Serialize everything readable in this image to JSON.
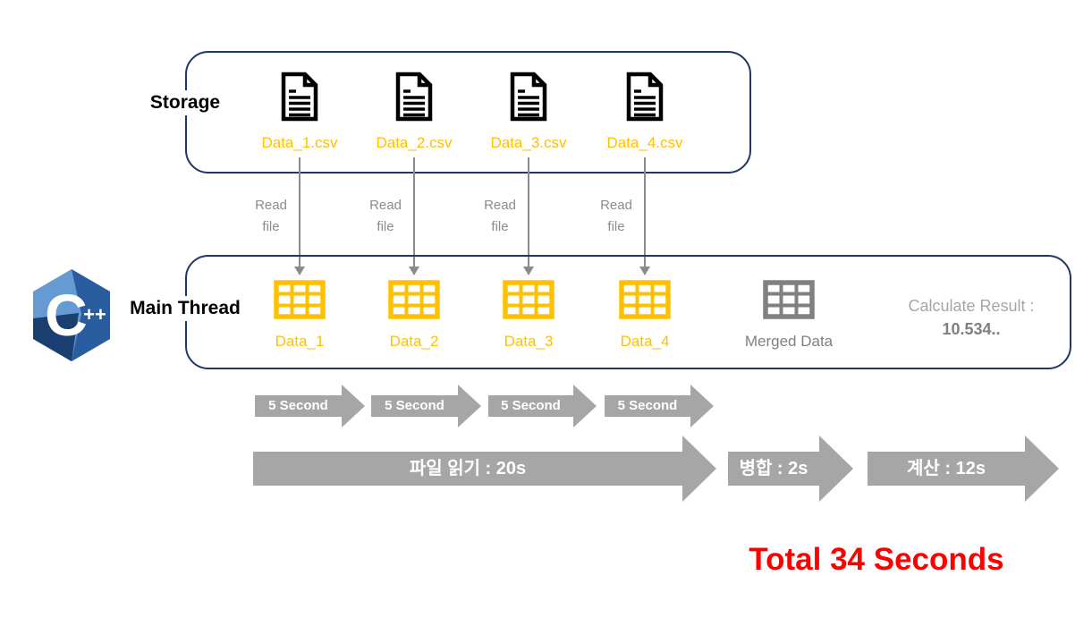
{
  "storage": {
    "label": "Storage",
    "files": [
      {
        "name": "Data_1.csv"
      },
      {
        "name": "Data_2.csv"
      },
      {
        "name": "Data_3.csv"
      },
      {
        "name": "Data_4.csv"
      }
    ]
  },
  "read_arrow": {
    "line1": "Read",
    "line2": "file"
  },
  "main_thread": {
    "label": "Main Thread",
    "logo": "cpp-logo",
    "tables": [
      {
        "name": "Data_1"
      },
      {
        "name": "Data_2"
      },
      {
        "name": "Data_3"
      },
      {
        "name": "Data_4"
      }
    ],
    "merged": {
      "name": "Merged Data"
    },
    "calc": {
      "caption": "Calculate Result :",
      "value": "10.534.."
    }
  },
  "timeline": {
    "step_arrows": [
      {
        "label": "5 Second"
      },
      {
        "label": "5 Second"
      },
      {
        "label": "5 Second"
      },
      {
        "label": "5 Second"
      }
    ],
    "phase_arrows": [
      {
        "label": "파일 읽기 : 20s"
      },
      {
        "label": "병합 : 2s"
      },
      {
        "label": "계산 : 12s"
      }
    ]
  },
  "total_label": "Total 34 Seconds",
  "colors": {
    "box_border": "#1F3864",
    "file_gold": "#FFC000",
    "arrow_gray": "#A6A6A6",
    "read_gray": "#8C8C8C",
    "merged_gray": "#808080",
    "total_red": "#FF0000",
    "cpp_light": "#659AD2",
    "cpp_mid": "#2A5CA0",
    "cpp_dark": "#1B3F70"
  }
}
